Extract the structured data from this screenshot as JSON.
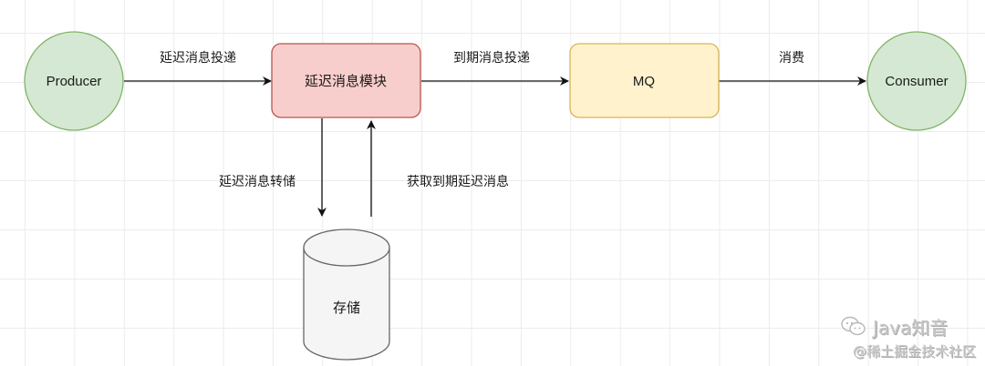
{
  "diagram": {
    "nodes": {
      "producer": {
        "label": "Producer",
        "fill": "#d5e8d4",
        "stroke": "#82b366"
      },
      "delay_module": {
        "label": "延迟消息模块",
        "fill": "#f8cecc",
        "stroke": "#b85450"
      },
      "mq": {
        "label": "MQ",
        "fill": "#fff2cc",
        "stroke": "#d6b656"
      },
      "consumer": {
        "label": "Consumer",
        "fill": "#d5e8d4",
        "stroke": "#82b366"
      },
      "storage": {
        "label": "存储",
        "fill": "#f5f5f5",
        "stroke": "#666666"
      }
    },
    "edges": {
      "producer_to_module": "延迟消息投递",
      "module_to_mq": "到期消息投递",
      "mq_to_consumer": "消费",
      "module_to_storage": "延迟消息转储",
      "storage_to_module": "获取到期延迟消息"
    }
  },
  "watermark": {
    "brand": "Java知音",
    "source": "@稀土掘金技术社区",
    "icon": "wechat-icon"
  }
}
